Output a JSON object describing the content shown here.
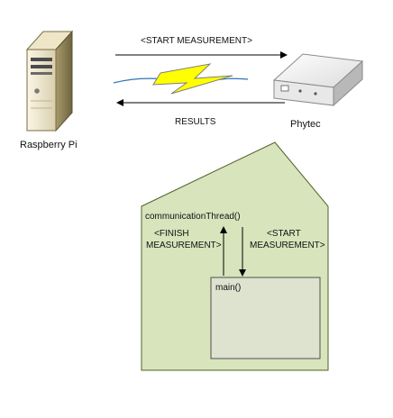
{
  "nodes": {
    "raspberry": {
      "label": "Raspberry Pi"
    },
    "phytec": {
      "label": "Phytec"
    }
  },
  "messages": {
    "start_top": "<START MEASUREMENT>",
    "results": "RESULTS"
  },
  "callout": {
    "thread_label": "communicationThread()",
    "finish_line1": "<FINISH",
    "finish_line2": "MEASUREMENT>",
    "start_line1": "<START",
    "start_line2": "MEASUREMENT>",
    "main_label": "main()"
  },
  "colors": {
    "callout_fill": "#d8e4bc",
    "callout_stroke": "#4f6228",
    "main_fill": "#dde3cf",
    "bolt_fill": "#ffff00",
    "bolt_stroke": "#7f7f7f",
    "wave_stroke": "#2e75b6"
  },
  "icons": {
    "server": "server-icon",
    "device": "device-icon",
    "link": "wireless-link-icon"
  }
}
